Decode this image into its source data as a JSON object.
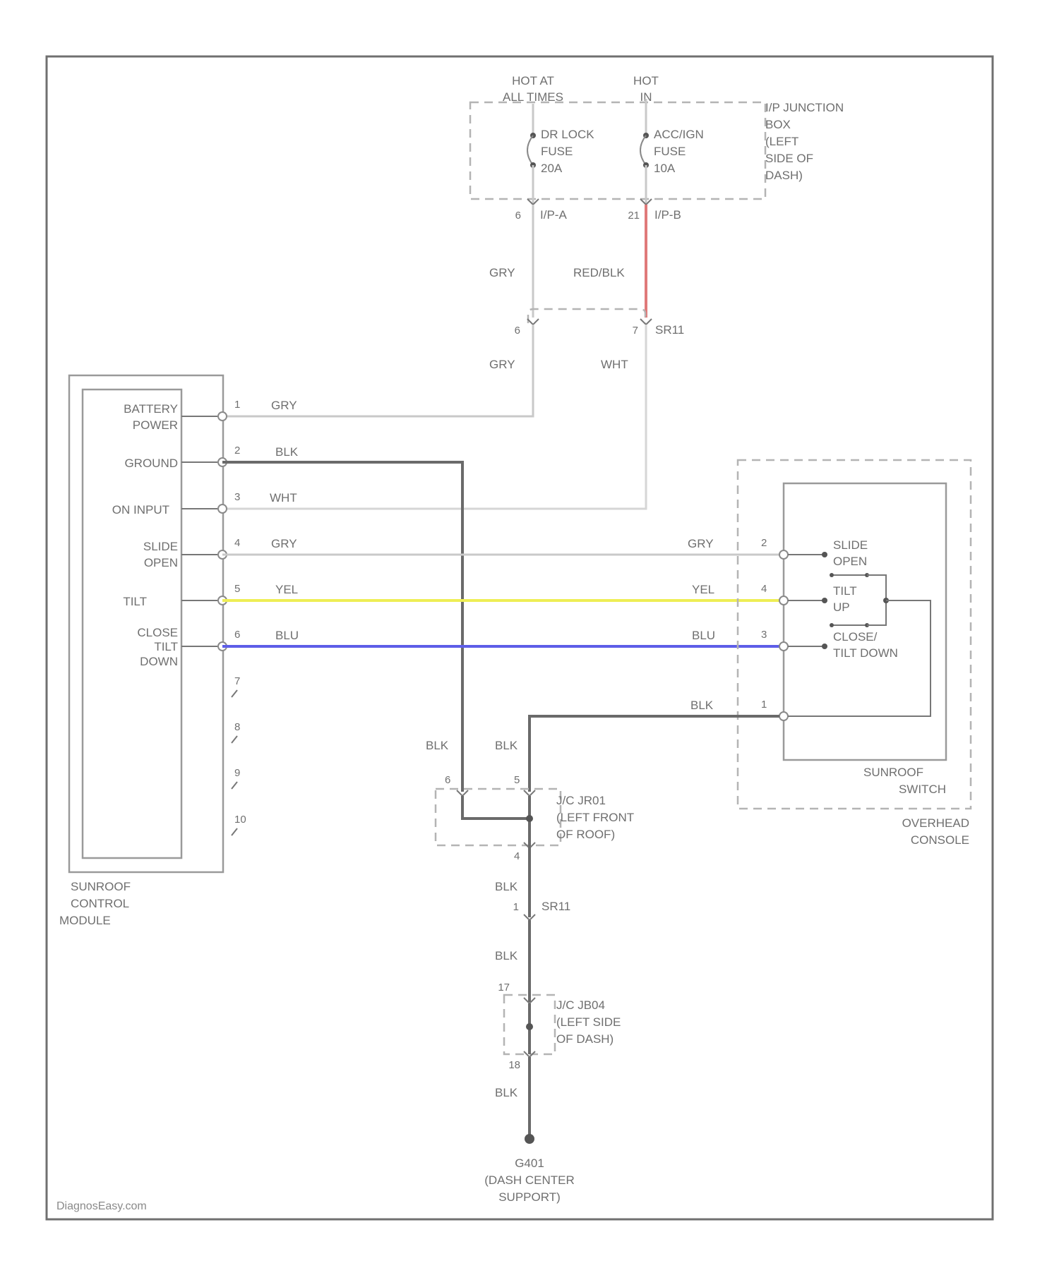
{
  "power": {
    "hot_at_all_times": [
      "HOT AT",
      "ALL TIMES"
    ],
    "hot_in_on": [
      "HOT",
      "IN"
    ]
  },
  "ip_junction_box": {
    "label": [
      "I/P JUNCTION",
      "BOX",
      "(LEFT",
      "SIDE OF",
      "DASH)"
    ],
    "fuse_dr_lock": [
      "DR LOCK",
      "FUSE",
      "20A"
    ],
    "fuse_acc_ign": [
      "ACC/IGN",
      "FUSE",
      "10A"
    ],
    "pin_left": "6",
    "conn_left": "I/P-A",
    "pin_right": "21",
    "conn_right": "I/P-B"
  },
  "connector_mid": {
    "pin_left": "6",
    "pin_right": "7",
    "name": "SR11"
  },
  "control_module": {
    "name": [
      "SUNROOF",
      "CONTROL",
      "MODULE"
    ],
    "functions": {
      "battery_power": [
        "BATTERY",
        "POWER"
      ],
      "ground": "GROUND",
      "on_input": "ON INPUT",
      "slide_open": [
        "SLIDE",
        "OPEN"
      ],
      "tilt": "TILT",
      "close_tilt_down": [
        "CLOSE",
        "TILT",
        "DOWN"
      ]
    },
    "pins": [
      "1",
      "2",
      "3",
      "4",
      "5",
      "6",
      "7",
      "8",
      "9",
      "10"
    ]
  },
  "switch": {
    "name": [
      "SUNROOF",
      "SWITCH"
    ],
    "console": [
      "OVERHEAD",
      "CONSOLE"
    ],
    "functions": {
      "slide_open": [
        "SLIDE",
        "OPEN"
      ],
      "tilt_up": [
        "TILT",
        "UP"
      ],
      "close_tilt_down": [
        "CLOSE/",
        "TILT DOWN"
      ]
    },
    "pins": [
      "2",
      "4",
      "3",
      "1"
    ]
  },
  "wire_colors": {
    "gry": "GRY",
    "red_blk": "RED/BLK",
    "wht": "WHT",
    "blk": "BLK",
    "yel": "YEL",
    "blu": "BLU"
  },
  "jc_roof": {
    "label": [
      "J/C JR01",
      "(LEFT FRONT",
      "OF ROOF)"
    ],
    "pin_a": "6",
    "pin_b": "5",
    "pin_c": "4"
  },
  "connector_low": {
    "pin": "1",
    "name": "SR11"
  },
  "jc_dash": {
    "label": [
      "J/C JB04",
      "(LEFT SIDE",
      "OF DASH)"
    ],
    "pin_top": "17",
    "pin_bottom": "18"
  },
  "ground": {
    "label": [
      "G401",
      "(DASH CENTER",
      "SUPPORT)"
    ]
  },
  "watermark": "DiagnosEasy.com",
  "colors": {
    "gry_wire": "#c9c9c9",
    "wht_wire": "#d6d6d6",
    "blk_wire": "#6a6a6a",
    "yel_wire": "#eeee55",
    "blu_wire": "#5e5ee8",
    "red_wire": "#e07a7a",
    "frame": "#707070"
  }
}
